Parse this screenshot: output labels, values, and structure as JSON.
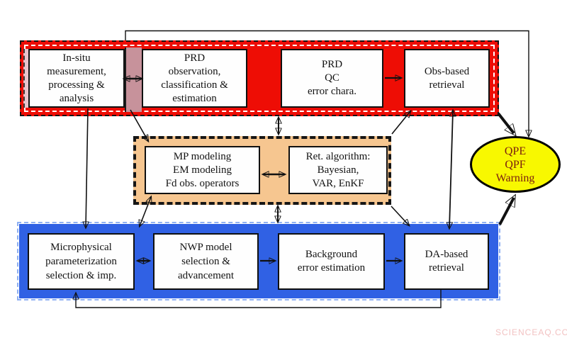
{
  "watermark": "SCIENCEAQ.COM",
  "colors": {
    "observation_band": "#ee0d05",
    "modeling_band": "#f6c690",
    "assimilation_band": "#3061e4",
    "junction_strip": "#c7929b",
    "edge_strip": "#eac3cc",
    "output_fill": "#f8f800",
    "output_text": "#7b2010"
  },
  "observation_band": {
    "boxes": [
      {
        "label": "In-situ\nmeasurement,\nprocessing &\nanalysis"
      },
      {
        "label": "PRD\nobservation,\nclassification &\nestimation"
      },
      {
        "label": "PRD\nQC\nerror chara."
      },
      {
        "label": "Obs-based\nretrieval"
      }
    ]
  },
  "modeling_band": {
    "boxes": [
      {
        "label": "MP modeling\nEM modeling\nFd obs. operators"
      },
      {
        "label": "Ret. algorithm:\nBayesian,\nVAR, EnKF"
      }
    ]
  },
  "assimilation_band": {
    "boxes": [
      {
        "label": "Microphysical\nparameterization\nselection & imp."
      },
      {
        "label": "NWP model\nselection &\nadvancement"
      },
      {
        "label": "Background\nerror estimation"
      },
      {
        "label": "DA-based\nretrieval"
      }
    ]
  },
  "output_ellipse": {
    "label": "QPE\nQPF\nWarning"
  }
}
